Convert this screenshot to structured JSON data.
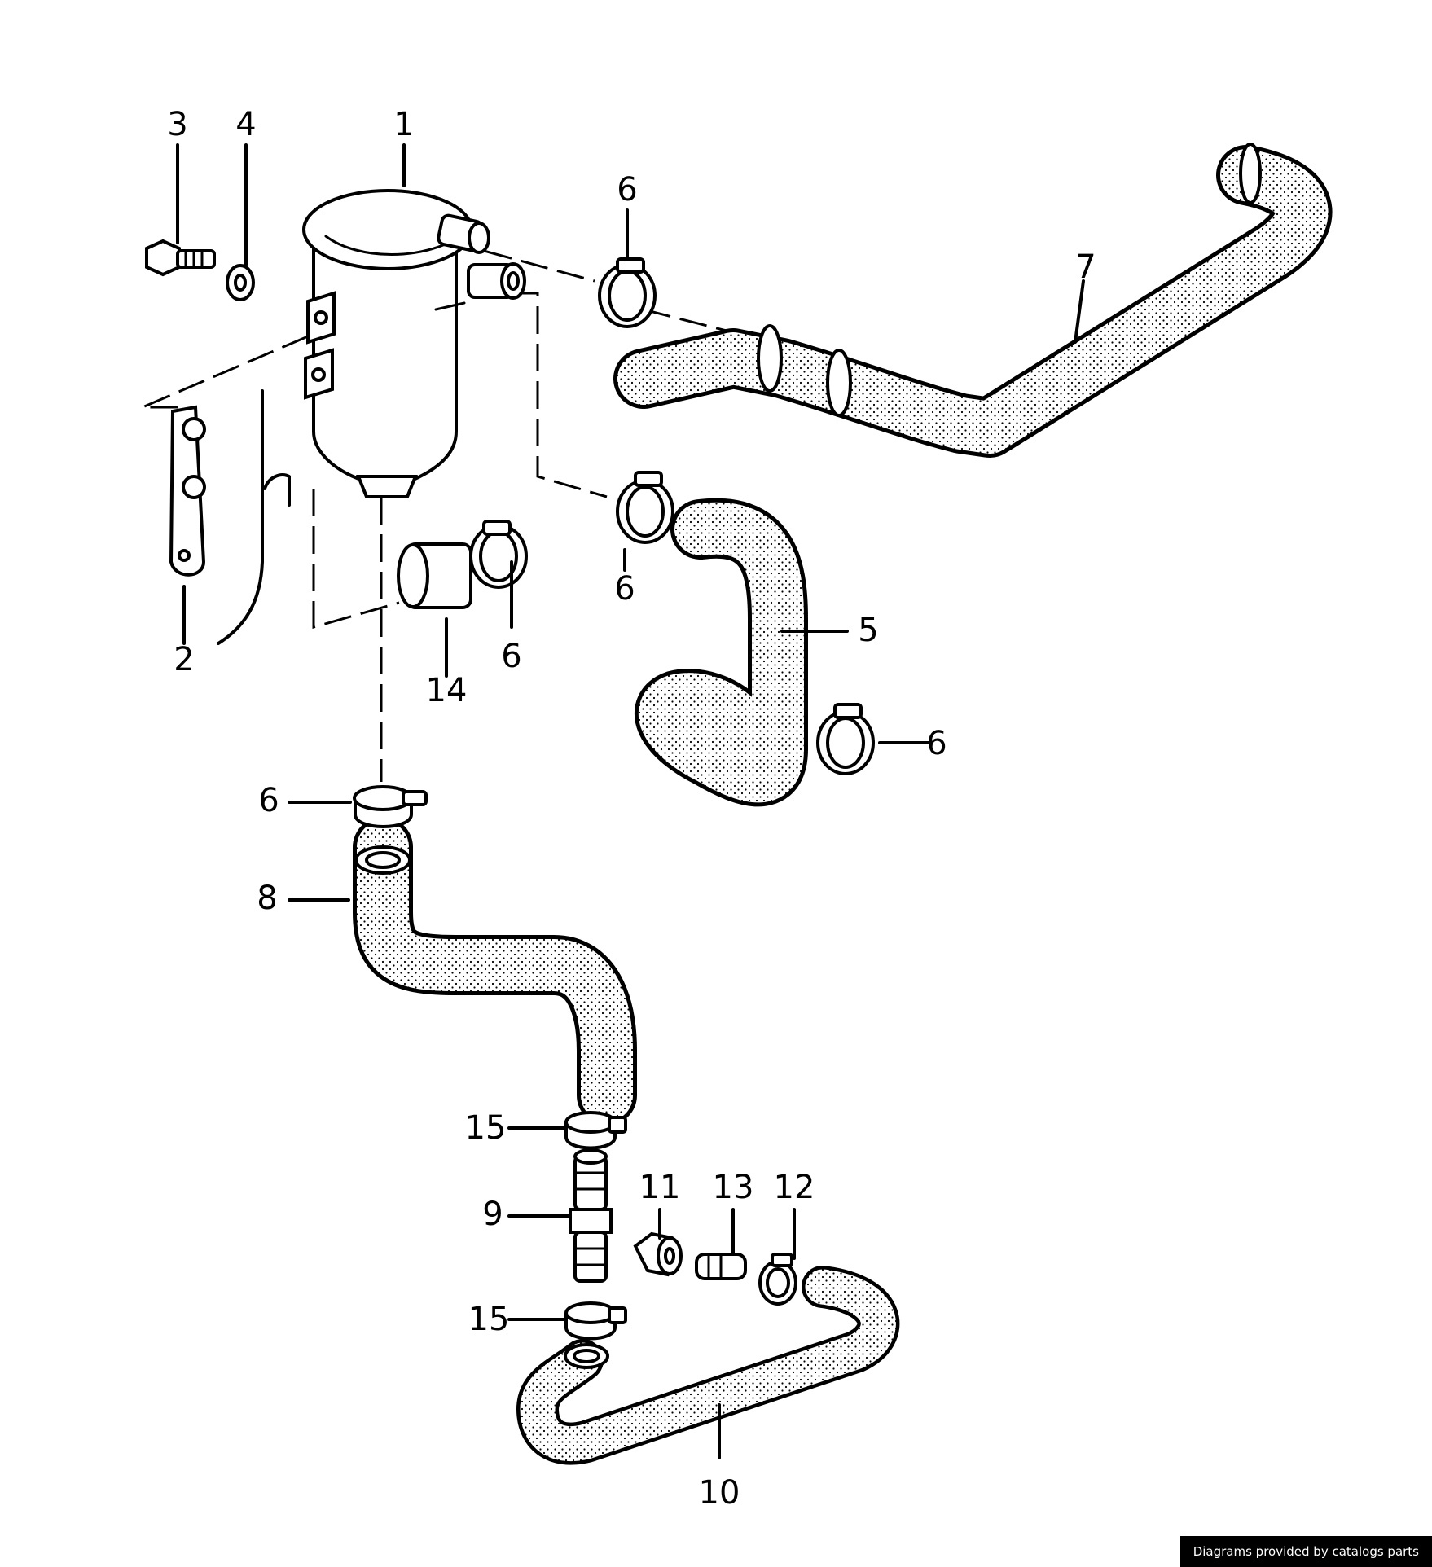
{
  "callouts": [
    {
      "id": "p1",
      "label": "1"
    },
    {
      "id": "p2",
      "label": "2"
    },
    {
      "id": "p3",
      "label": "3"
    },
    {
      "id": "p4",
      "label": "4"
    },
    {
      "id": "p5",
      "label": "5"
    },
    {
      "id": "p6a",
      "label": "6"
    },
    {
      "id": "p6b",
      "label": "6"
    },
    {
      "id": "p6c",
      "label": "6"
    },
    {
      "id": "p6d",
      "label": "6"
    },
    {
      "id": "p6e",
      "label": "6"
    },
    {
      "id": "p7",
      "label": "7"
    },
    {
      "id": "p8",
      "label": "8"
    },
    {
      "id": "p9",
      "label": "9"
    },
    {
      "id": "p10",
      "label": "10"
    },
    {
      "id": "p11",
      "label": "11"
    },
    {
      "id": "p12",
      "label": "12"
    },
    {
      "id": "p13",
      "label": "13"
    },
    {
      "id": "p14",
      "label": "14"
    },
    {
      "id": "p15a",
      "label": "15"
    },
    {
      "id": "p15b",
      "label": "15"
    }
  ],
  "credit": "Diagrams provided by catalogs parts"
}
